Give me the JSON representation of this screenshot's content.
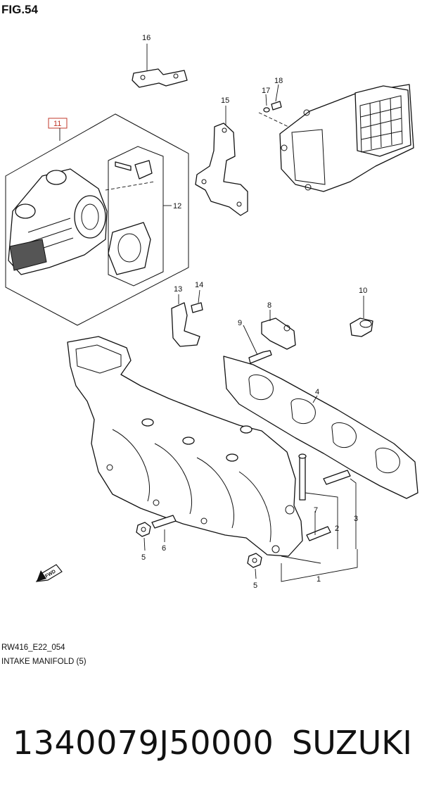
{
  "figure": {
    "title": "FIG.54"
  },
  "callouts": {
    "c1": "1",
    "c2": "2",
    "c3": "3",
    "c4": "4",
    "c5a": "5",
    "c5b": "5",
    "c6": "6",
    "c7": "7",
    "c8": "8",
    "c9": "9",
    "c10": "10",
    "c11": "11",
    "c12": "12",
    "c13": "13",
    "c14": "14",
    "c15": "15",
    "c16": "16",
    "c17": "17",
    "c18": "18"
  },
  "fwd_label": "FWD",
  "footer": {
    "code": "RW416_E22_054",
    "name": "INTAKE MANIFOLD (5)"
  },
  "part_number": "1340079J50000",
  "brand": "SUZUKI",
  "colors": {
    "highlight_box": "#c0392b"
  }
}
